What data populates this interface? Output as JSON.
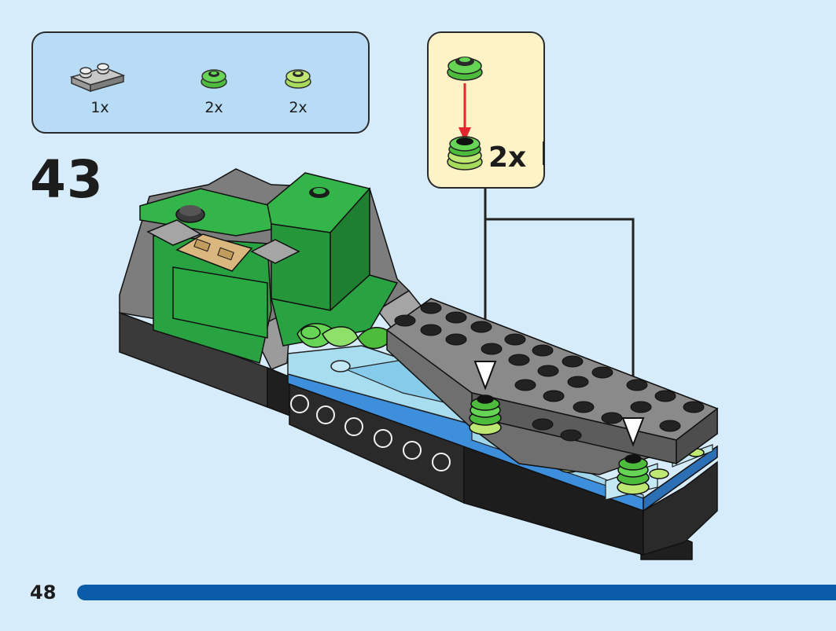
{
  "parts_list": [
    {
      "icon": "gray-2x1-plate-icon",
      "quantity": "1x"
    },
    {
      "icon": "green-round-plant-piece-icon",
      "quantity": "2x"
    },
    {
      "icon": "lime-round-plant-piece-icon",
      "quantity": "2x"
    }
  ],
  "step": {
    "number": "43"
  },
  "callout": {
    "quantity": "2x"
  },
  "page": {
    "number": "48",
    "progress": 1.0
  },
  "colors": {
    "background": "#d6ecfb",
    "parts_box": "#b9dcf6",
    "callout": "#fdf3c7",
    "progress": "#0a5ca8",
    "arrow_red": "#e3262e"
  }
}
